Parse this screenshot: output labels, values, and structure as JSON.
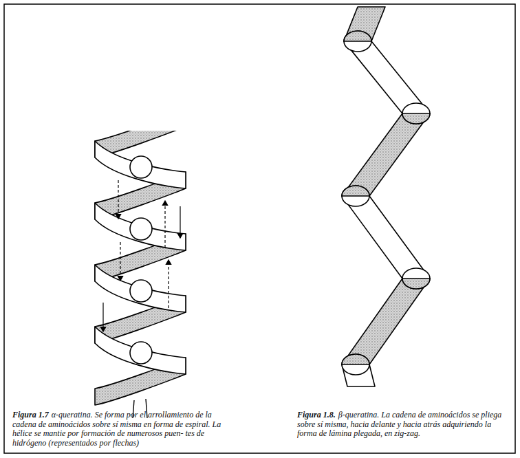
{
  "diagram": {
    "labels": [
      "Figura 1.7",
      "α-queratina. Se forma por el arrollamiento de la cadena de aminoácidos sobre sí misma en forma de espiral. La hélice se mantie por formación de numerosos puen- tes de hidrógeno (representados por flechas)",
      "Figura 1.8.",
      "β-queratina. La cadena de aminoácidos se pliega sobre sí misma, hacia delante y hacia atrás adquiriendo la forma de lámina plegada, en zig-zag."
    ]
  }
}
